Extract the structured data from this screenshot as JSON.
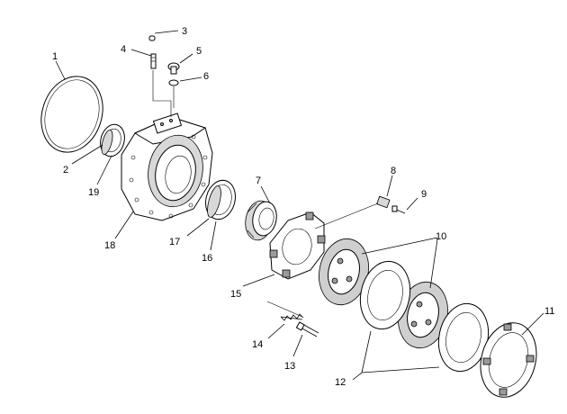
{
  "callouts": {
    "c1": "1",
    "c2": "2",
    "c3": "3",
    "c4": "4",
    "c5": "5",
    "c6": "6",
    "c7": "7",
    "c8": "8",
    "c9": "9",
    "c10": "10",
    "c11": "11",
    "c12": "12",
    "c13": "13",
    "c14": "14",
    "c15": "15",
    "c16": "16",
    "c17": "17",
    "c18": "18",
    "c19": "19"
  },
  "colors": {
    "line": "#000000",
    "background": "#ffffff",
    "shade": "#d8d8d8"
  }
}
